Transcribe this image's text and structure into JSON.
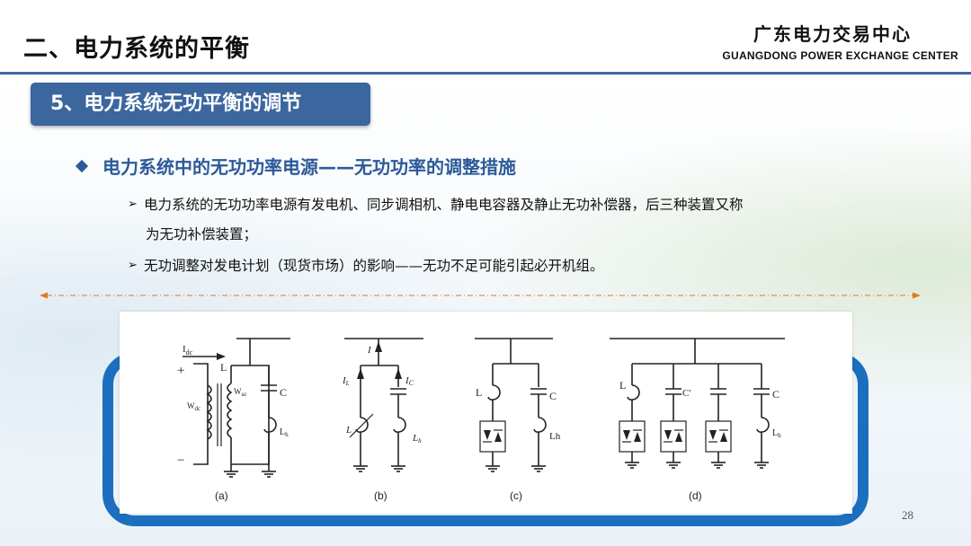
{
  "header": {
    "section_title": "二、电力系统的平衡",
    "org_cn": "广东电力交易中心",
    "org_en": "GUANGDONG POWER EXCHANGE CENTER"
  },
  "subsection": "5、电力系统无功平衡的调节",
  "heading": "电力系统中的无功功率电源——无功功率的调整措施",
  "bullets": {
    "b1": "电力系统的无功功率电源有发电机、同步调相机、静电电容器及静止无功补偿器，后三种装置又称",
    "b1_cont": "为无功补偿装置；",
    "b2": "无功调整对发电计划（现货市场）的影响——无功不足可能引起必开机组。"
  },
  "figure": {
    "labels": [
      "(a)",
      "(b)",
      "(c)",
      "(d)"
    ],
    "a": {
      "idc": "I",
      "idc_sub": "dc",
      "plus": "+",
      "minus": "−",
      "L": "L",
      "wdc": "W",
      "wdc_sub": "dc",
      "wac": "W",
      "wac_sub": "ac",
      "C": "C",
      "Lh": "L",
      "Lh_sub": "h"
    },
    "b": {
      "I": "I",
      "IL": "I",
      "IL_sub": "L",
      "Ic": "I",
      "Ic_sub": "C",
      "L": "L",
      "Lh": "L",
      "Lh_sub": "h"
    },
    "c": {
      "L": "L",
      "C": "C",
      "Lh": "Lh"
    },
    "d": {
      "L": "L",
      "C1": "C'",
      "C2": "C",
      "Lh": "L",
      "Lh_sub": "h"
    }
  },
  "page_number": "28",
  "colors": {
    "accent": "#3b669e",
    "frame": "#1b6fbe",
    "heading": "#2c5a99",
    "dash": "#e07820"
  }
}
